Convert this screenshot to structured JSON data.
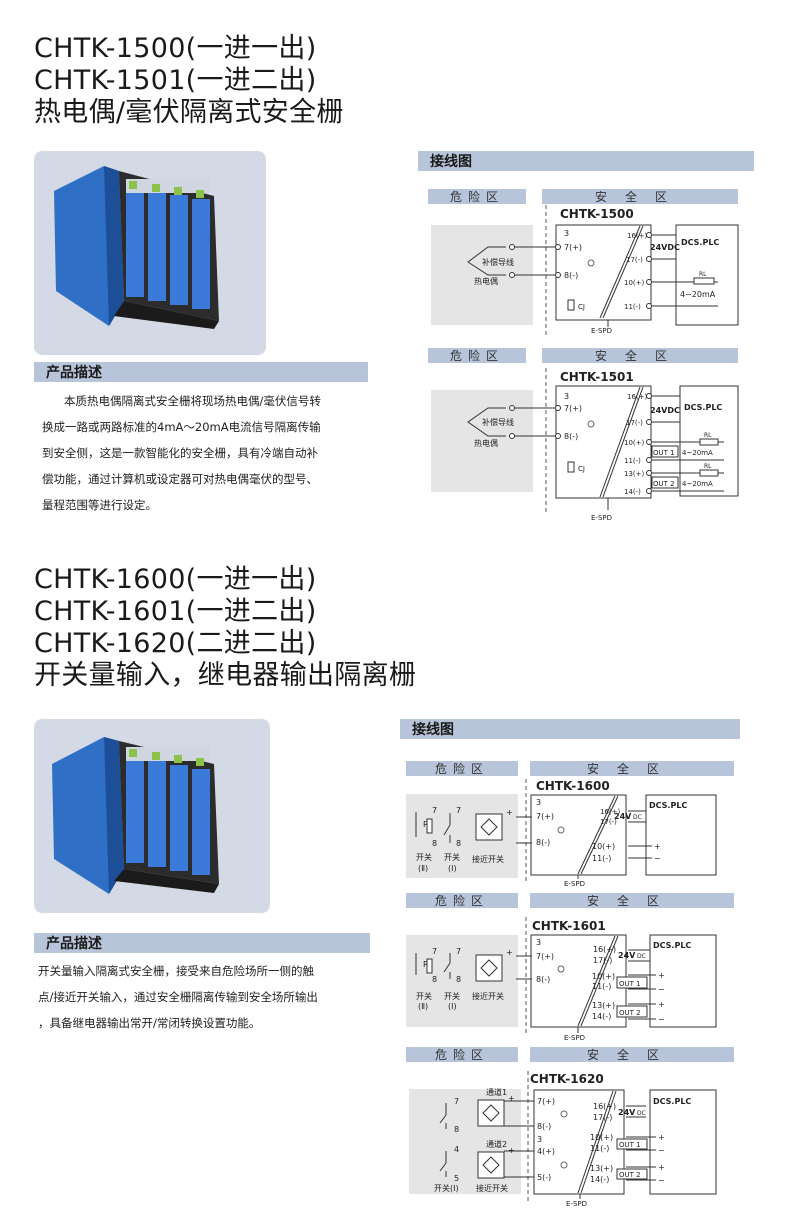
{
  "section1": {
    "title_lines": [
      "CHTK-1500(一进一出)",
      "CHTK-1501(一进二出)",
      "热电偶/毫伏隔离式安全栅"
    ],
    "desc_heading": "产品描述",
    "desc_lines": [
      "本质热电偶隔离式安全栅将现场热电偶/毫伏信号转",
      "换成一路或两路标准的4mA～20mA电流信号隔离传输",
      "到安全侧，这是一款智能化的安全栅，具有冷端自动补",
      "偿功能，通过计算机或设定器可对热电偶毫伏的型号、",
      "量程范围等进行设定。"
    ],
    "wiring_heading": "接线图"
  },
  "section2": {
    "title_lines": [
      "CHTK-1600(一进一出)",
      "CHTK-1601(一进二出)",
      "CHTK-1620(二进二出)",
      "开关量输入，继电器输出隔离栅"
    ],
    "desc_heading": "产品描述",
    "desc_lines": [
      "开关量输入隔离式安全栅，接受来自危险场所一侧的触",
      "点/接近开关输入，通过安全栅隔离传输到安全场所输出",
      "，具备继电器输出常开/常闭转换设置功能。"
    ],
    "wiring_heading": "接线图"
  },
  "zones": {
    "hazard": "危险区",
    "safe": "安全区"
  },
  "diagrams": {
    "d1500": {
      "model": "CHTK-1500",
      "compensation": "补偿导线",
      "thermocouple": "热电偶",
      "cj": "CJ",
      "esd": "E-SPD",
      "power": "24VDC",
      "dcs": "DCS.PLC",
      "rl": "RL",
      "current": "4~20mA",
      "t3": "3",
      "t7": "7(+)",
      "t8": "8(-)",
      "t16": "16(+)",
      "t17": "17(-)",
      "t10": "10(+)",
      "t11": "11(-)"
    },
    "d1501": {
      "model": "CHTK-1501",
      "compensation": "补偿导线",
      "thermocouple": "热电偶",
      "cj": "CJ",
      "esd": "E-SPD",
      "power": "24VDC",
      "dcs": "DCS.PLC",
      "rl": "RL",
      "current": "4~20mA",
      "out1": "OUT 1",
      "out2": "OUT 2",
      "t3": "3",
      "t7": "7(+)",
      "t8": "8(-)",
      "t16": "16(+)",
      "t17": "17(-)",
      "t10": "10(+)",
      "t11": "11(-)",
      "t13": "13(+)",
      "t14": "14(-)"
    },
    "d1600": {
      "model": "CHTK-1600",
      "switch2": "开关",
      "switch2b": "(Ⅱ)",
      "switch1": "开关",
      "switch1b": "(Ⅰ)",
      "proximity": "接近开关",
      "esd": "E-SPD",
      "power": "24V",
      "powersub": "DC",
      "dcs": "DCS.PLC",
      "r": "R",
      "t3": "3",
      "t7": "7(+)",
      "t8": "8(-)",
      "t16": "16(+)",
      "t17": "17(-)",
      "t10": "10(+)",
      "t11": "11(-)",
      "n7": "7",
      "n8": "8"
    },
    "d1601": {
      "model": "CHTK-1601",
      "switch2": "开关",
      "switch2b": "(Ⅱ)",
      "switch1": "开关",
      "switch1b": "(Ⅰ)",
      "proximity": "接近开关",
      "esd": "E-SPD",
      "power": "24V",
      "powersub": "DC",
      "dcs": "DCS.PLC",
      "r": "R",
      "out1": "OUT 1",
      "out2": "OUT 2",
      "t3": "3",
      "t7": "7(+)",
      "t8": "8(-)",
      "t16": "16(+)",
      "t17": "17(-)",
      "t10": "10(+)",
      "t11": "11(-)",
      "t13": "13(+)",
      "t14": "14(-)",
      "n7": "7",
      "n8": "8"
    },
    "d1620": {
      "model": "CHTK-1620",
      "ch1": "通道1",
      "ch2": "通道2",
      "switch1": "开关(Ⅰ)",
      "proximity": "接近开关",
      "esd": "E-SPD",
      "power": "24V",
      "powersub": "DC",
      "dcs": "DCS.PLC",
      "out1": "OUT 1",
      "out2": "OUT 2",
      "t7": "7(+)",
      "t8": "8(-)",
      "t3": "3",
      "t4": "4(+)",
      "t5": "5(-)",
      "t16": "16(+)",
      "t17": "17(-)",
      "t10": "10(+)",
      "t11": "11(-)",
      "t13": "13(+)",
      "t14": "14(-)",
      "n7": "7",
      "n8": "8",
      "n4": "4",
      "n5": "5"
    }
  },
  "colors": {
    "bar": "#b7c4d9",
    "photo_bg": "#d3dae6",
    "device_blue": "#2f6fc6"
  }
}
